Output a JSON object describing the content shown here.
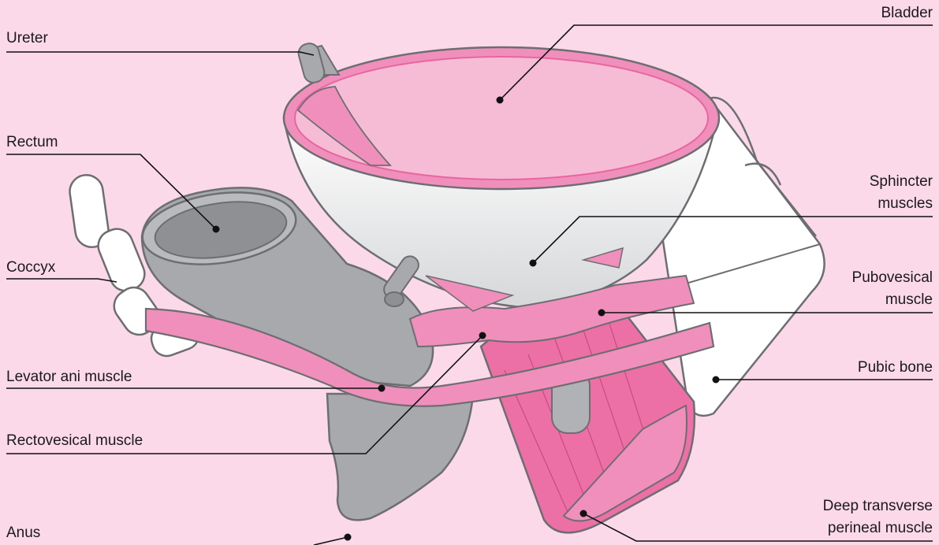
{
  "labels": {
    "ureter": "Ureter",
    "bladder": "Bladder",
    "rectum": "Rectum",
    "sphincter_line1": "Sphincter",
    "sphincter_line2": "muscles",
    "coccyx": "Coccyx",
    "pubovesical_line1": "Pubovesical",
    "pubovesical_line2": "muscle",
    "pubic_bone": "Pubic bone",
    "levator_ani": "Levator ani muscle",
    "rectovesical": "Rectovesical muscle",
    "deep_transverse_line1": "Deep transverse",
    "deep_transverse_line2": "perineal muscle",
    "anus": "Anus"
  },
  "colors": {
    "background": "#fbd9e8",
    "muscle_pink": "#f08fbb",
    "muscle_deep": "#e8669e",
    "bladder_inner": "#f6bcd6",
    "grey_organ": "#a7a9ac",
    "grey_dark": "#8e9093",
    "bone_white": "#ffffff"
  }
}
